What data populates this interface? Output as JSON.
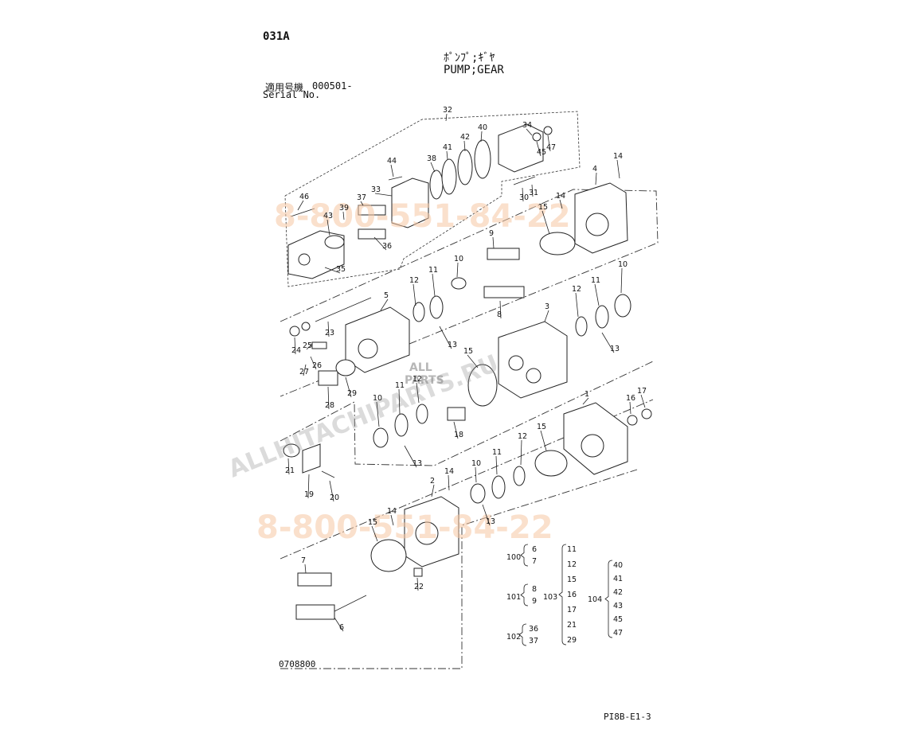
{
  "header": {
    "code": "031A",
    "title_jp": "ﾎﾟﾝﾌﾟ;ｷﾞﾔ",
    "title_en": "PUMP;GEAR",
    "serial_label_jp": "適用号機",
    "serial_value": "000501-",
    "serial_label_en": "Serial No."
  },
  "footer": {
    "doc_number": "0708800",
    "page_number": "PI8B-E1-3"
  },
  "watermarks": {
    "phone": "8-800-551-84-22",
    "site": "ALLHITACHIPARTS.RU",
    "logo_line1": "ALL",
    "logo_line2": "PARTS"
  },
  "callouts": [
    {
      "id": "c32",
      "label": "32"
    },
    {
      "id": "c34",
      "label": "34"
    },
    {
      "id": "c40",
      "label": "40"
    },
    {
      "id": "c47",
      "label": "47"
    },
    {
      "id": "c45",
      "label": "45"
    },
    {
      "id": "c42",
      "label": "42"
    },
    {
      "id": "c41",
      "label": "41"
    },
    {
      "id": "c38",
      "label": "38"
    },
    {
      "id": "c44",
      "label": "44"
    },
    {
      "id": "c33",
      "label": "33"
    },
    {
      "id": "c37",
      "label": "37"
    },
    {
      "id": "c46",
      "label": "46"
    },
    {
      "id": "c39",
      "label": "39"
    },
    {
      "id": "c43",
      "label": "43"
    },
    {
      "id": "c36",
      "label": "36"
    },
    {
      "id": "c35",
      "label": "35"
    },
    {
      "id": "c30",
      "label": "30"
    },
    {
      "id": "c31",
      "label": "31"
    },
    {
      "id": "c14a",
      "label": "14"
    },
    {
      "id": "c4",
      "label": "4"
    },
    {
      "id": "c14b",
      "label": "14"
    },
    {
      "id": "c15a",
      "label": "15"
    },
    {
      "id": "c9",
      "label": "9"
    },
    {
      "id": "c10a",
      "label": "10"
    },
    {
      "id": "c12a",
      "label": "12"
    },
    {
      "id": "c11a",
      "label": "11"
    },
    {
      "id": "c5",
      "label": "5"
    },
    {
      "id": "c8",
      "label": "8"
    },
    {
      "id": "c10b",
      "label": "10"
    },
    {
      "id": "c11b",
      "label": "11"
    },
    {
      "id": "c12b",
      "label": "12"
    },
    {
      "id": "c3",
      "label": "3"
    },
    {
      "id": "c13a",
      "label": "13"
    },
    {
      "id": "c13b",
      "label": "13"
    },
    {
      "id": "c23",
      "label": "23"
    },
    {
      "id": "c24",
      "label": "24"
    },
    {
      "id": "c25",
      "label": "25"
    },
    {
      "id": "c26",
      "label": "26"
    },
    {
      "id": "c27",
      "label": "27"
    },
    {
      "id": "c15b",
      "label": "15"
    },
    {
      "id": "c28",
      "label": "28"
    },
    {
      "id": "c29",
      "label": "29"
    },
    {
      "id": "c16",
      "label": "16"
    },
    {
      "id": "c17",
      "label": "17"
    },
    {
      "id": "c1",
      "label": "1"
    },
    {
      "id": "c10c",
      "label": "10"
    },
    {
      "id": "c11c",
      "label": "11"
    },
    {
      "id": "c12c",
      "label": "12"
    },
    {
      "id": "c18",
      "label": "18"
    },
    {
      "id": "c13c",
      "label": "13"
    },
    {
      "id": "c21",
      "label": "21"
    },
    {
      "id": "c19",
      "label": "19"
    },
    {
      "id": "c20",
      "label": "20"
    },
    {
      "id": "c12d",
      "label": "12"
    },
    {
      "id": "c15c",
      "label": "15"
    },
    {
      "id": "c10d",
      "label": "10"
    },
    {
      "id": "c11d",
      "label": "11"
    },
    {
      "id": "c2",
      "label": "2"
    },
    {
      "id": "c14c",
      "label": "14"
    },
    {
      "id": "c13d",
      "label": "13"
    },
    {
      "id": "c14d",
      "label": "14"
    },
    {
      "id": "c15d",
      "label": "15"
    },
    {
      "id": "c7",
      "label": "7"
    },
    {
      "id": "c22",
      "label": "22"
    },
    {
      "id": "c6",
      "label": "6"
    }
  ],
  "kits": [
    {
      "id": "k100",
      "label": "100",
      "items": [
        "6",
        "7"
      ]
    },
    {
      "id": "k101",
      "label": "101",
      "items": [
        "8",
        "9"
      ]
    },
    {
      "id": "k102",
      "label": "102",
      "items": [
        "36",
        "37"
      ]
    },
    {
      "id": "k103",
      "label": "103",
      "items": [
        "11",
        "12",
        "15",
        "16",
        "17",
        "21",
        "29"
      ]
    },
    {
      "id": "k104",
      "label": "104",
      "items": [
        "40",
        "41",
        "42",
        "43",
        "45",
        "47"
      ]
    }
  ]
}
